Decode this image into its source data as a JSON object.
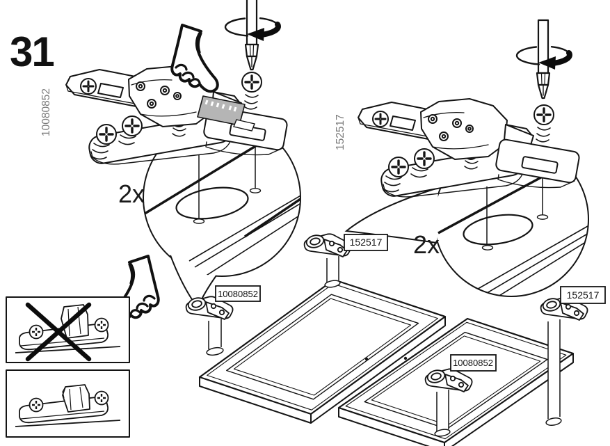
{
  "step_number": "31",
  "parts": {
    "left": {
      "id": "10080852",
      "qty": "2x"
    },
    "right": {
      "id": "152517",
      "qty": "2x"
    }
  },
  "panel_tags": {
    "p1_top": "10080852",
    "p1_corner": "152517",
    "p2_side": "152517",
    "p2_front": "10080852"
  },
  "colors": {
    "line": "#141414",
    "muted": "#7b7b7b",
    "sticker": "#b5b5b5",
    "bg": "#ffffff"
  }
}
